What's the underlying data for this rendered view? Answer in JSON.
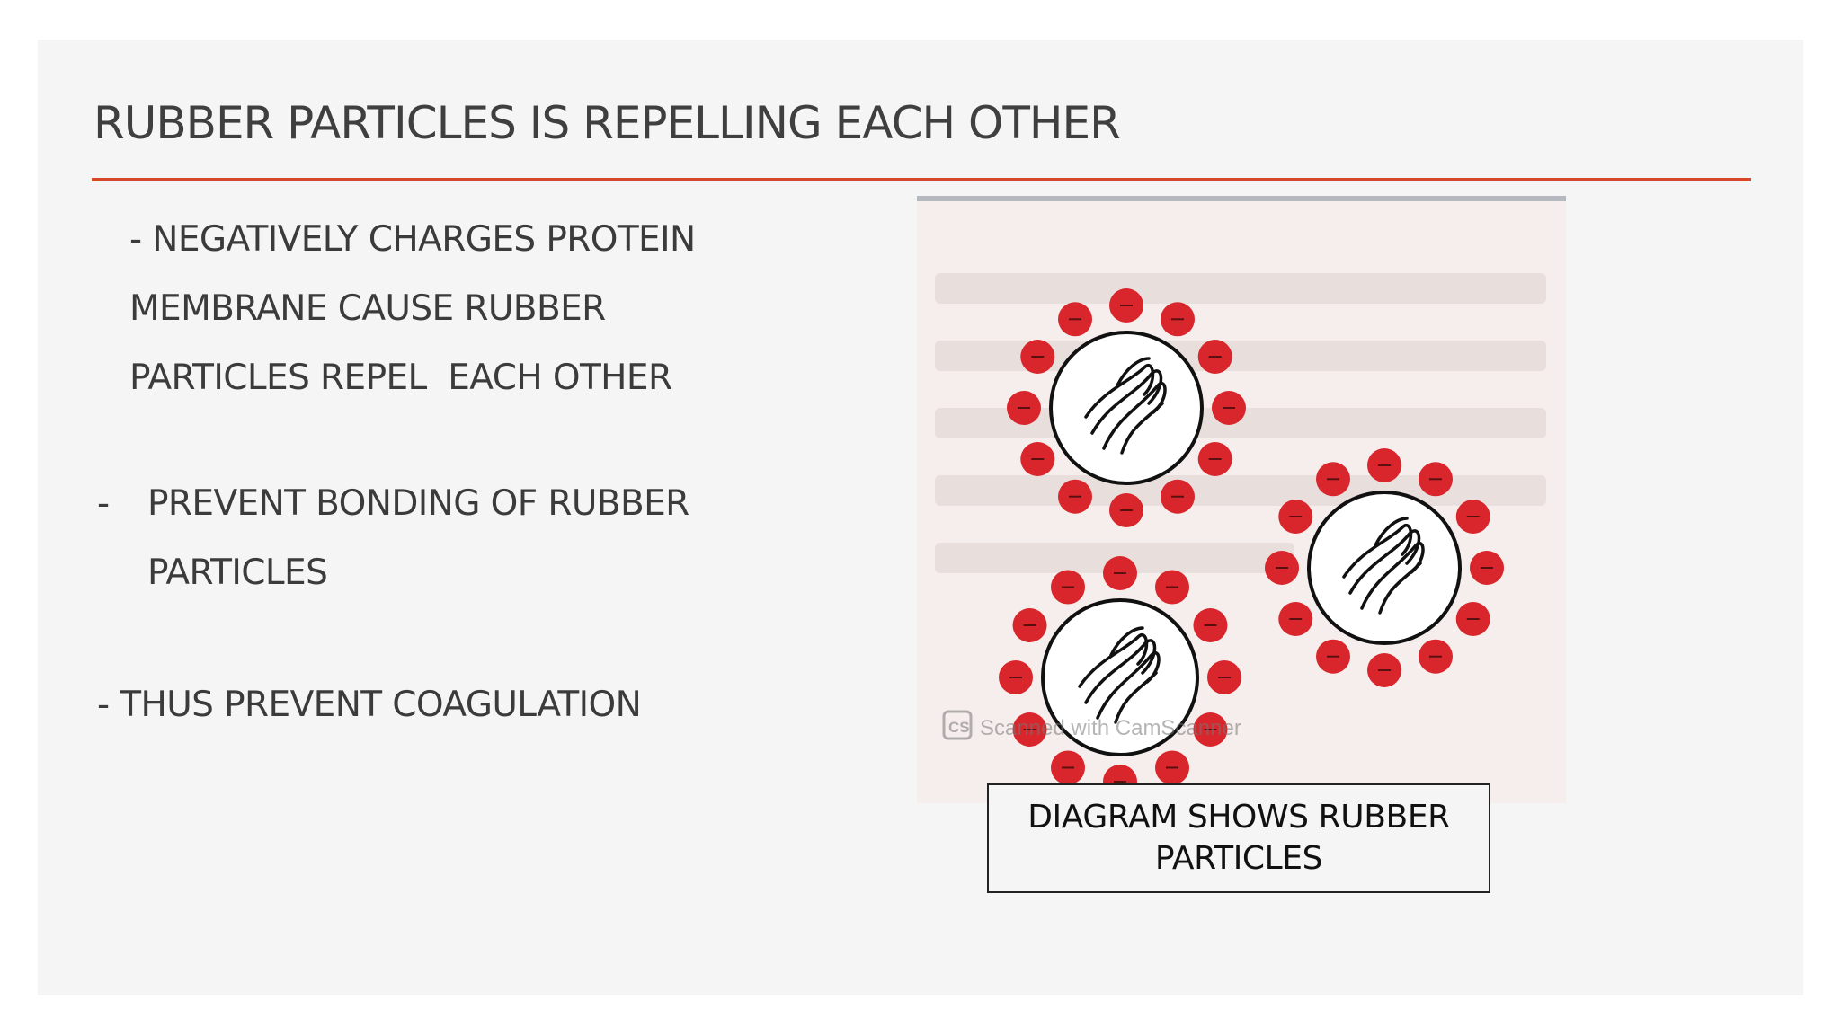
{
  "slide": {
    "title": "RUBBER PARTICLES IS REPELLING EACH OTHER",
    "bullets": {
      "b1": "- NEGATIVELY CHARGES PROTEIN\nMEMBRANE CAUSE RUBBER\nPARTICLES REPEL  EACH OTHER",
      "b2_dash": "-",
      "b2": "PREVENT BONDING OF RUBBER\nPARTICLES",
      "b3": "- THUS PREVENT COAGULATION"
    },
    "figure": {
      "watermark": "Scanned with CamScanner",
      "watermark_logo": "CS",
      "particle_count": 3
    },
    "caption": "DIAGRAM SHOWS RUBBER\nPARTICLES"
  },
  "colors": {
    "accent_rule": "#d9472b",
    "charge_red": "#d8262c",
    "text": "#3b3b3b"
  }
}
